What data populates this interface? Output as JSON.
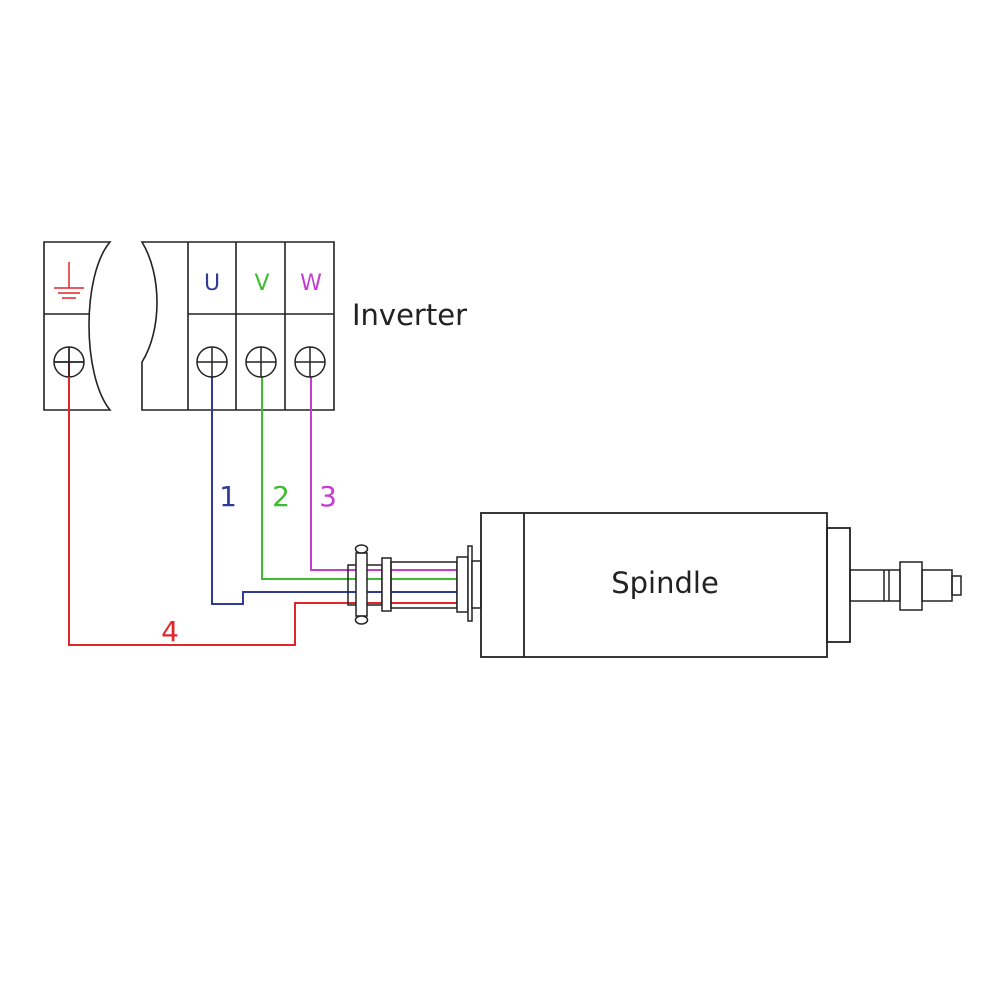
{
  "inverter": {
    "label": "Inverter",
    "terminals": [
      {
        "id": "U",
        "label": "U",
        "color": "#2f3b96"
      },
      {
        "id": "V",
        "label": "V",
        "color": "#3cbc2f"
      },
      {
        "id": "W",
        "label": "W",
        "color": "#c43cd0"
      }
    ],
    "ground_color": "#e0252b"
  },
  "spindle": {
    "label": "Spindle"
  },
  "wires": [
    {
      "number": "1",
      "color": "#2f3b96",
      "terminal": "U"
    },
    {
      "number": "2",
      "color": "#3cbc2f",
      "terminal": "V"
    },
    {
      "number": "3",
      "color": "#c43cd0",
      "terminal": "W"
    },
    {
      "number": "4",
      "color": "#e0252b",
      "terminal": "ground"
    }
  ]
}
